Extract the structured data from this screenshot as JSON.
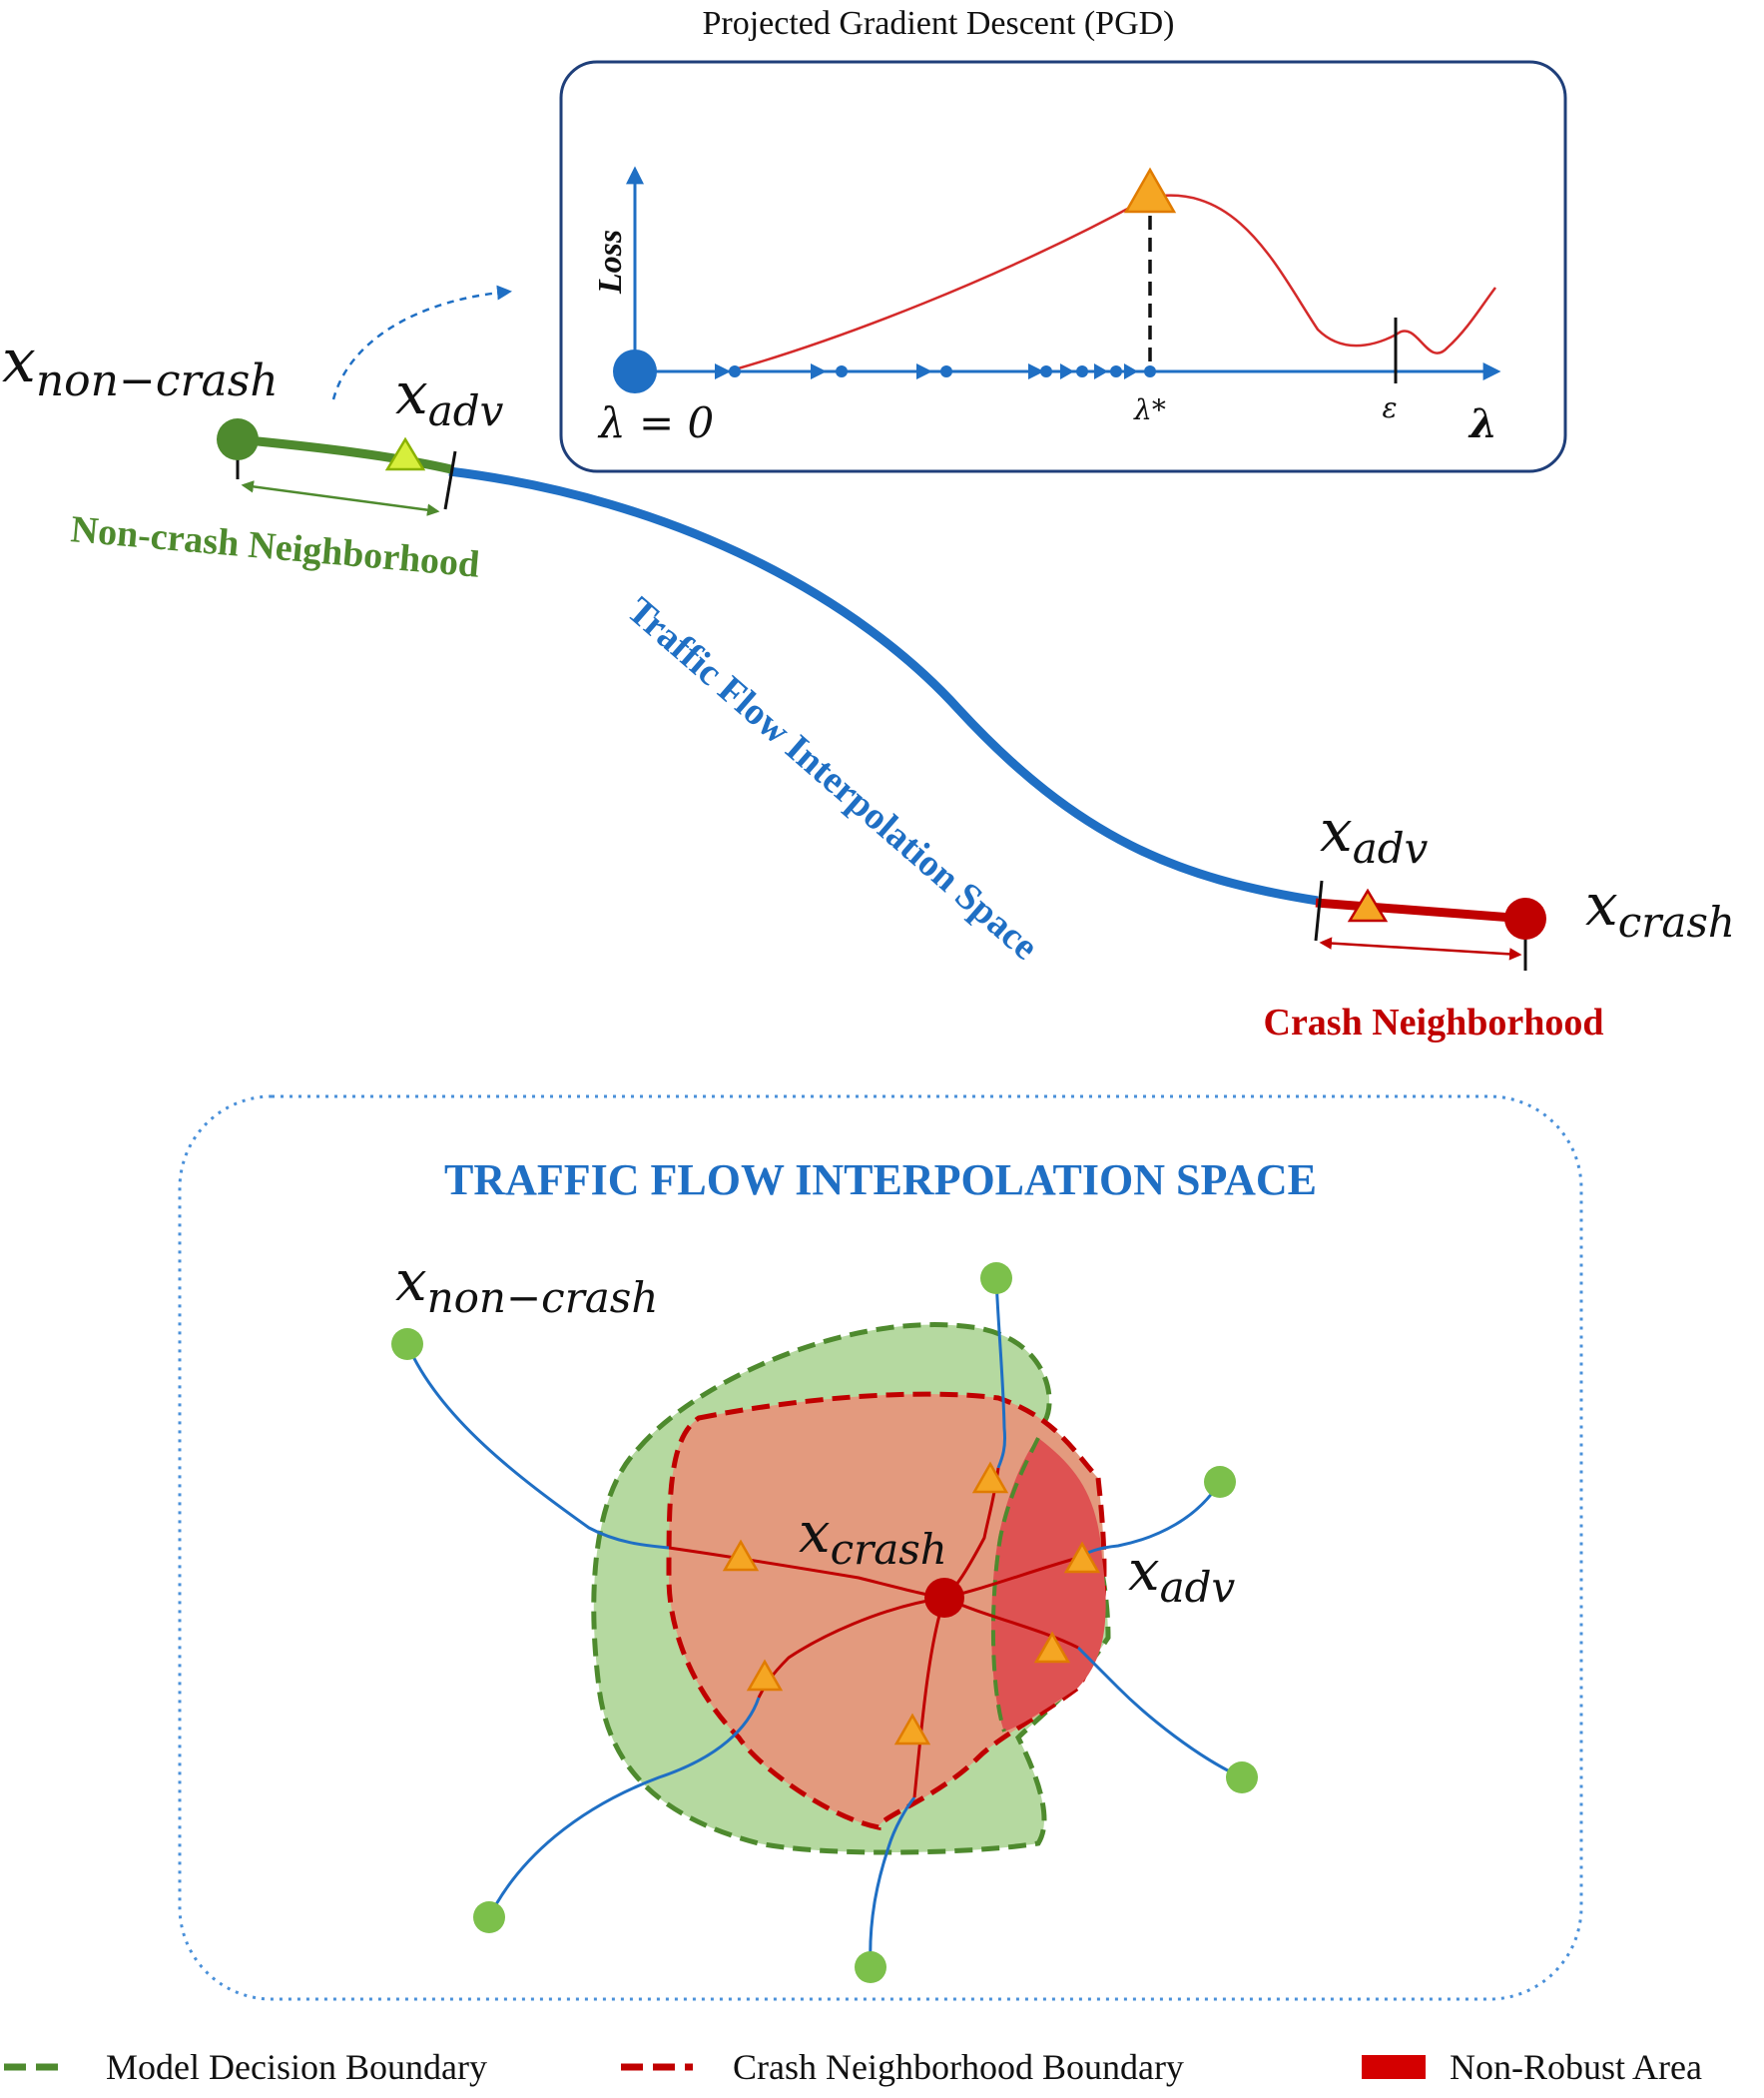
{
  "pgd": {
    "title": "Projected Gradient Descent (PGD)",
    "y_axis_label": "Loss",
    "origin_label": "λ = 0",
    "optimum_label": "λ*",
    "epsilon_label": "ε",
    "x_axis_label": "λ"
  },
  "top_diagram": {
    "x_non_crash_base": "x",
    "x_non_crash_sub": "non−crash",
    "x_adv_left_base": "x",
    "x_adv_left_sub": "adv",
    "x_adv_right_base": "x",
    "x_adv_right_sub": "adv",
    "x_crash_base": "x",
    "x_crash_sub": "crash",
    "non_crash_neighborhood": "Non-crash Neighborhood",
    "interpolation_space": "Traffic Flow Interpolation Space",
    "crash_neighborhood": "Crash Neighborhood"
  },
  "bottom_diagram": {
    "title": "TRAFFIC FLOW INTERPOLATION SPACE",
    "x_non_crash_base": "x",
    "x_non_crash_sub": "non−crash",
    "x_crash_base": "x",
    "x_crash_sub": "crash",
    "x_adv_base": "x",
    "x_adv_sub": "adv"
  },
  "legend": {
    "items": [
      {
        "label": "Model Decision Boundary",
        "color": "#4e8a2e"
      },
      {
        "label": "Crash Neighborhood Boundary",
        "color": "#c00000"
      },
      {
        "label": "Non-Robust Area",
        "color": "#d40000"
      }
    ]
  },
  "colors": {
    "blue": "#1f6fc4",
    "green": "#4e8a2e",
    "red": "#c00000",
    "orange": "#f5a623",
    "light_green_fill": "#b5d9a0",
    "salmon_fill": "#e39a7e",
    "nonrobust_fill": "#de5252"
  }
}
